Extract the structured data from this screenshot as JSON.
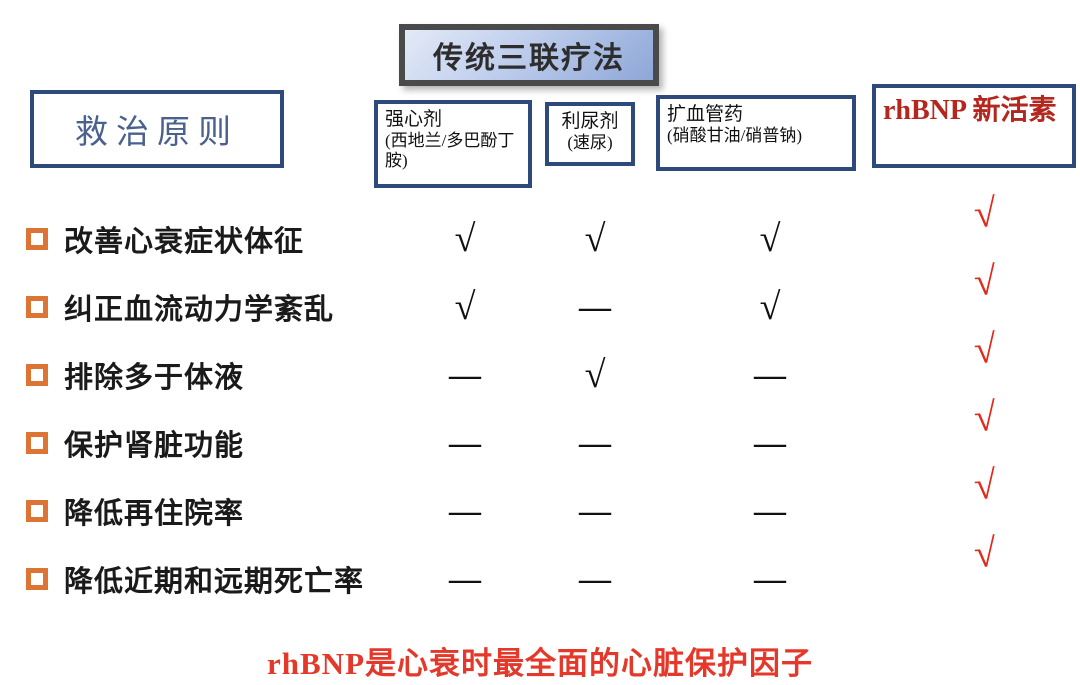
{
  "banner": {
    "label": "传统三联疗法"
  },
  "principle": {
    "label": "救治原则"
  },
  "columns": [
    {
      "id": "cardiotonic",
      "title": "强心剂",
      "subtitle": "(西地兰/多巴酚丁胺)"
    },
    {
      "id": "diuretic",
      "title": "利尿剂",
      "subtitle": "(速尿)"
    },
    {
      "id": "vasodilator",
      "title": "扩血管药",
      "subtitle": "(硝酸甘油/硝普钠)"
    },
    {
      "id": "rhbnp",
      "title": "rhBNP 新活素",
      "subtitle": ""
    }
  ],
  "rows": [
    {
      "label": "改善心衰症状体征",
      "marks": [
        "check",
        "check",
        "check",
        "check"
      ]
    },
    {
      "label": "纠正血流动力学紊乱",
      "marks": [
        "check",
        "dash",
        "check",
        "check"
      ]
    },
    {
      "label": "排除多于体液",
      "marks": [
        "dash",
        "check",
        "dash",
        "check"
      ]
    },
    {
      "label": "保护肾脏功能",
      "marks": [
        "dash",
        "dash",
        "dash",
        "check"
      ]
    },
    {
      "label": "降低再住院率",
      "marks": [
        "dash",
        "dash",
        "dash",
        "check"
      ]
    },
    {
      "label": "降低近期和远期死亡率",
      "marks": [
        "dash",
        "dash",
        "dash",
        "check"
      ]
    }
  ],
  "footer": {
    "text": "rhBNP是心衰时最全面的心脏保护因子"
  },
  "glyphs": {
    "check": "√",
    "dash": "—"
  },
  "colors": {
    "navy_border": "#2E4A7C",
    "banner_gradient_start": "#E3EAF7",
    "banner_gradient_end": "#8EA7D8",
    "banner_frame": "#4A4A4A",
    "principle_text": "#4A608F",
    "red_header": "#B3271E",
    "red_check": "#E02A1A",
    "red_footer": "#E4392A",
    "orange_bullet": "#DC7533",
    "text_black": "#1A1A1A"
  }
}
